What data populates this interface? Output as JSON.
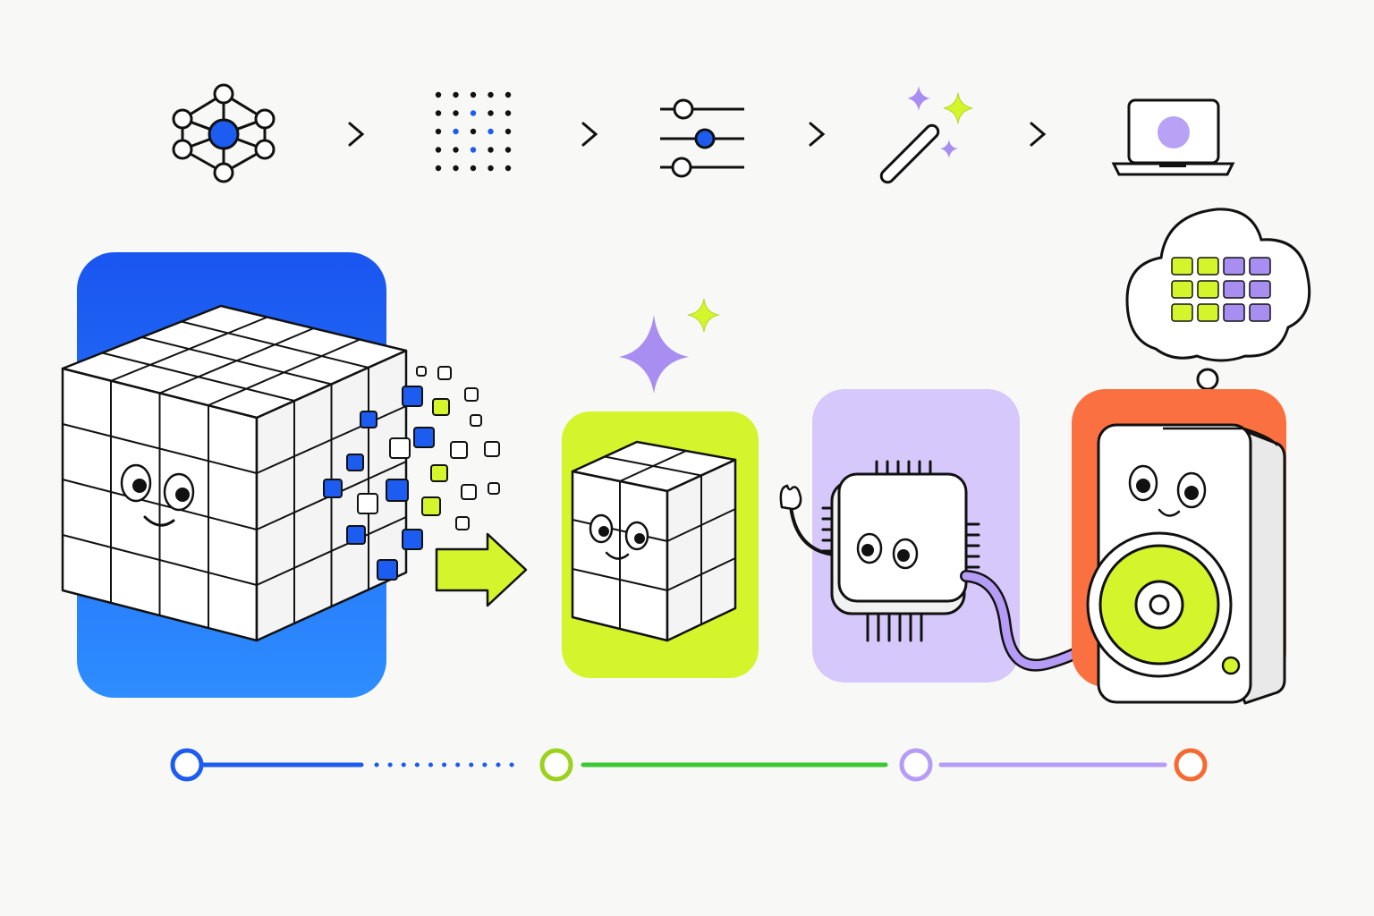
{
  "colors": {
    "background": "#f8f8f6",
    "ink": "#111111",
    "blue": "#1d5cf0",
    "blue_light": "#2d8cff",
    "lime": "#d4f52c",
    "lime_dark": "#9bd21c",
    "green_line": "#3cc832",
    "lavender": "#d7c8fb",
    "purple": "#a88ef0",
    "orange": "#fa7040"
  },
  "pipeline_icons": [
    {
      "name": "neural-network-icon"
    },
    {
      "name": "dot-grid-icon"
    },
    {
      "name": "sliders-icon"
    },
    {
      "name": "magic-wand-icon"
    },
    {
      "name": "laptop-icon"
    }
  ],
  "stages": [
    {
      "name": "large-model-cube",
      "color": "blue"
    },
    {
      "name": "compressed-model-cube",
      "color": "lime"
    },
    {
      "name": "chip",
      "color": "lavender"
    },
    {
      "name": "speaker-device",
      "color": "orange"
    }
  ],
  "timeline": {
    "nodes": [
      "blue",
      "lime_dark",
      "purple",
      "orange"
    ],
    "segments": [
      "solid-blue",
      "dotted-blue",
      "solid-green",
      "solid-purple"
    ]
  }
}
